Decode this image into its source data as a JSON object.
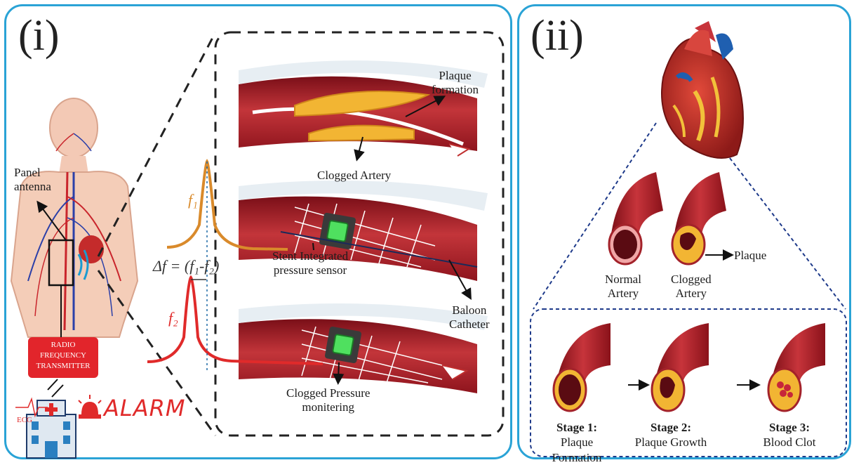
{
  "panel_i": {
    "label": "(i)",
    "texts": {
      "panel_antenna": "Panel\nantenna",
      "plaque_formation": "Plaque\nformation",
      "clogged_artery": "Clogged Artery",
      "stent_sensor": "Stent Integrated\npressure sensor",
      "baloon_catheter": "Baloon\nCatheter",
      "clogged_pressure": "Clogged Pressure\nmonitering",
      "rf_transmitter": "RADIO\nFREQUENCY\nTRANSMITTER",
      "ecg": "ECG",
      "alarm": "ALARM",
      "f1": "f₁",
      "f2": "f₂",
      "delta_f": "Δf = (f₁-f₂)"
    }
  },
  "panel_ii": {
    "label": "(ii)",
    "texts": {
      "plaque": "Plaque",
      "normal_artery": "Normal\nArtery",
      "clogged_artery": "Clogged\nArtery"
    },
    "stages": [
      {
        "title": "Stage 1:",
        "subtitle": "Plaque Formation"
      },
      {
        "title": "Stage 2:",
        "subtitle": "Plaque Growth"
      },
      {
        "title": "Stage 3:",
        "subtitle": "Blood Clot"
      }
    ]
  },
  "colors": {
    "frame": "#2aa3d6",
    "artery": "#b3202a",
    "plaque": "#f2b533",
    "f1_curve": "#d98a2b",
    "f2_curve": "#e02a2a"
  }
}
